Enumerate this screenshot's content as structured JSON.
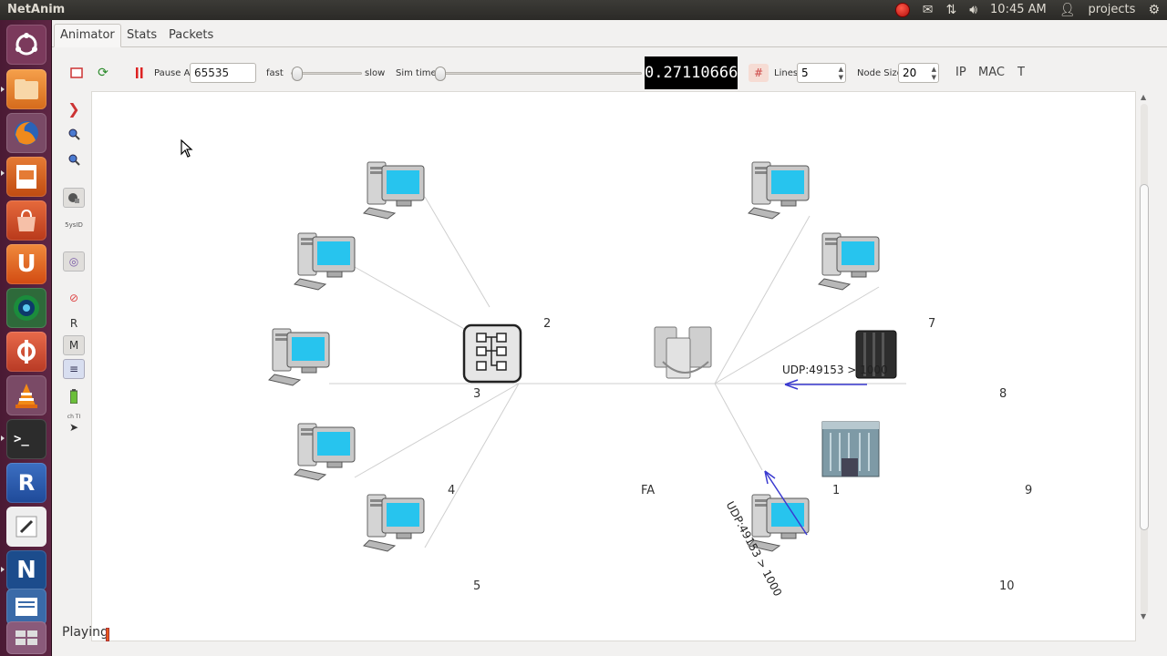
{
  "topbar": {
    "app_title": "NetAnim",
    "clock": "10:45 AM",
    "user": "projects"
  },
  "tabs": [
    {
      "label": "Animator",
      "active": true
    },
    {
      "label": "Stats",
      "active": false
    },
    {
      "label": "Packets",
      "active": false
    }
  ],
  "toolbar": {
    "pause_at_label": "Pause At",
    "pause_at_value": "65535",
    "fast_label": "fast",
    "slow_label": "slow",
    "sim_time_label": "Sim time",
    "sim_time_value": "0.27110666",
    "lines_label": "Lines",
    "lines_value": "5",
    "node_size_label": "Node Size",
    "node_size_value": "20",
    "ip_label": "IP",
    "mac_label": "MAC",
    "t_label": "T"
  },
  "sidetools": {
    "r_label": "R",
    "m_label": "M",
    "small_text_1": "5ysID",
    "small_text_2": "ch TI"
  },
  "canvas": {
    "node_labels": {
      "n2": "2",
      "n3": "3",
      "n4": "4",
      "n5": "5",
      "fa": "FA",
      "n1": "1",
      "n7": "7",
      "n8": "8",
      "n9": "9",
      "n10": "10"
    },
    "packet_label_1": "UDP:49153 > 1000",
    "packet_label_2": "UDP:49153 > 1000"
  },
  "status": {
    "text": "Playing"
  },
  "colors": {
    "launcher_bg": "#5e2644",
    "topbar_bg": "#3c3b37",
    "lcd_bg": "#000000",
    "packet_arrow": "#3a3ad0",
    "monitor_screen": "#27c4ee"
  },
  "launcher_items": [
    "dash",
    "files",
    "firefox",
    "libreoffice-impress",
    "software-center",
    "ubuntu-one",
    "system-monitor",
    "system-settings",
    "vlc",
    "terminal",
    "r-studio",
    "text-editor",
    "netanim",
    "document-viewer",
    "workspace-switcher"
  ]
}
